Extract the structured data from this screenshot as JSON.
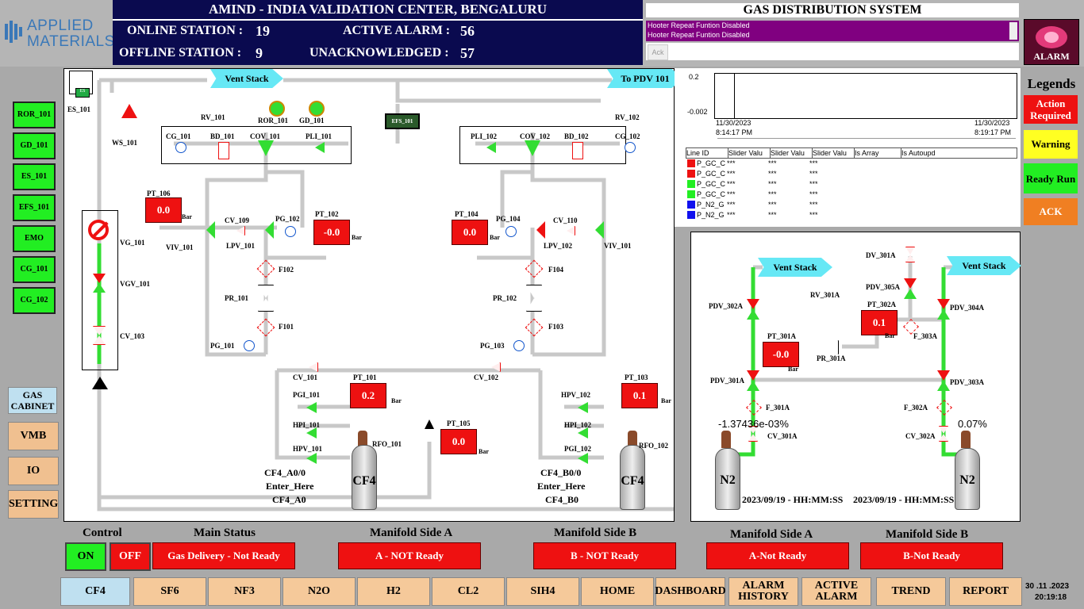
{
  "header": {
    "company_line1": "APPLIED",
    "company_line2": "MATERIALS",
    "title": "AMIND - INDIA VALIDATION CENTER, BENGALURU",
    "online_label": "ONLINE STATION :",
    "online_value": "19",
    "offline_label": "OFFLINE STATION :",
    "offline_value": "9",
    "active_alarm_label": "ACTIVE ALARM :",
    "active_alarm_value": "56",
    "unack_label": "UNACKNOWLEDGED :",
    "unack_value": "57",
    "system_title": "GAS DISTRIBUTION SYSTEM",
    "messages": [
      "Hooter Repeat Funtion Disabled",
      "Hooter Repeat Funtion Disabled"
    ],
    "ack_label": "Ack",
    "alarm_label": "ALARM"
  },
  "left_nav": {
    "status_buttons": [
      "ROR_101",
      "GD_101",
      "ES_101",
      "EFS_101",
      "EMO",
      "CG_101",
      "CG_102"
    ],
    "gas_cabinet": "GAS CABINET",
    "vmb": "VMB",
    "io": "IO",
    "setting": "SETTING"
  },
  "diagram": {
    "es_icon": "ES",
    "es_101": "ES_101",
    "ws_101": "WS_101",
    "vent_stack": "Vent Stack",
    "to_pdv": "To PDV 101",
    "rv_101": "RV_101",
    "rv_102": "RV_102",
    "ror_101": "ROR_101",
    "gd_101": "GD_101",
    "efs_101": "EFS_101",
    "cg_101": "CG_101",
    "bd_101": "BD_101",
    "cov_101": "COV_101",
    "pli_101": "PLI_101",
    "pli_102": "PLI_102",
    "cov_102": "COV_102",
    "bd_102": "BD_102",
    "cg_102": "CG_102",
    "pt_106": "PT_106",
    "pt_106_val": "0.0",
    "pt_102": "PT_102",
    "pt_102_val": "-0.0",
    "pt_104": "PT_104",
    "pt_104_val": "0.0",
    "bar": "Bar",
    "vg_101": "VG_101",
    "viv_101": "VIV_101",
    "cv_109": "CV_109",
    "lpv_101": "LPV_101",
    "pg_102": "PG_102",
    "pg_104": "PG_104",
    "cv_110": "CV_110",
    "lpv_102": "LPV_102",
    "viv_101b": "VIV_101",
    "vgv_101": "VGV_101",
    "cv_103": "CV_103",
    "f102": "F102",
    "f104": "F104",
    "pr_101": "PR_101",
    "pr_102": "PR_102",
    "f101": "F101",
    "f103": "F103",
    "pg_101": "PG_101",
    "pg_103": "PG_103",
    "cv_101": "CV_101",
    "cv_102": "CV_102",
    "pt_101": "PT_101",
    "pt_101_val": "0.2",
    "pt_103": "PT_103",
    "pt_103_val": "0.1",
    "pt_105": "PT_105",
    "pt_105_val": "0.0",
    "pgi_101": "PGI_101",
    "hpi_101": "HPI_101",
    "hpv_101": "HPV_101",
    "hpv_102": "HPV_102",
    "hpi_102": "HPI_102",
    "pgi_102": "PGI_102",
    "rfo_101": "RFO_101",
    "rfo_102": "RFO_102",
    "cyl_a_line1": "CF4_A0/0",
    "cyl_a_line2": "Enter_Here",
    "cyl_a_line3": "CF4_A0",
    "cyl_b_line1": "CF4_B0/0",
    "cyl_b_line2": "Enter_Here",
    "cyl_b_line3": "CF4_B0",
    "cf4": "CF4"
  },
  "trend": {
    "y_top": "0.2",
    "y_bottom": "-0.002",
    "x_left_date": "11/30/2023",
    "x_left_time": "8:14:17 PM",
    "x_right_date": "11/30/2023",
    "x_right_time": "8:19:17 PM",
    "columns": [
      "Line ID",
      "Slider Valu",
      "Slider Valu",
      "Slider Valu",
      "Is Array",
      "Is Autoupd"
    ],
    "rows": [
      {
        "id": "P_GC_C",
        "color": "#ee1111",
        "v1": "***",
        "v2": "***",
        "v3": "***"
      },
      {
        "id": "P_GC_C",
        "color": "#ee1111",
        "v1": "***",
        "v2": "***",
        "v3": "***"
      },
      {
        "id": "P_GC_C",
        "color": "#22ee22",
        "v1": "***",
        "v2": "***",
        "v3": "***"
      },
      {
        "id": "P_GC_C",
        "color": "#22ee22",
        "v1": "***",
        "v2": "***",
        "v3": "***"
      },
      {
        "id": "P_N2_G",
        "color": "#1111ee",
        "v1": "***",
        "v2": "***",
        "v3": "***"
      },
      {
        "id": "P_N2_G",
        "color": "#1111ee",
        "v1": "***",
        "v2": "***",
        "v3": "***"
      }
    ]
  },
  "legends": {
    "title": "Legends",
    "action": "Action Required",
    "warning": "Warning",
    "ready": "Ready Run",
    "ack": "ACK"
  },
  "n2": {
    "vent_stack": "Vent Stack",
    "dv_301a": "DV_301A",
    "pdv_302a": "PDV_302A",
    "pdv_305a": "PDV_305A",
    "rv_301a": "RV_301A",
    "pt_302a": "PT_302A",
    "pt_302a_val": "0.1",
    "pdv_304a": "PDV_304A",
    "pt_301a": "PT_301A",
    "pt_301a_val": "-0.0",
    "f_303a": "F_303A",
    "pr_301a": "PR_301A",
    "pdv_301a": "PDV_301A",
    "pdv_303a": "PDV_303A",
    "f_301a": "F_301A",
    "f_302a": "F_302A",
    "cv_301a": "CV_301A",
    "cv_302a": "CV_302A",
    "left_pct": "-1.37436e-03",
    "left_pct_suffix": "%",
    "right_pct": "0.07%",
    "n2": "N2",
    "date_left": "2023/09/19 - HH:MM:SS",
    "date_right": "2023/09/19 - HH:MM:SS",
    "bar": "Bar"
  },
  "status": {
    "control": "Control",
    "on": "ON",
    "off": "OFF",
    "main_status": "Main Status",
    "main_status_val": "Gas Delivery - Not Ready",
    "manifold_a": "Manifold Side A",
    "manifold_a_val": "A - NOT Ready",
    "manifold_b": "Manifold Side B",
    "manifold_b_val": "B - NOT Ready",
    "manifold_a2": "Manifold Side A",
    "manifold_a2_val": "A-Not Ready",
    "manifold_b2": "Manifold Side B",
    "manifold_b2_val": "B-Not Ready"
  },
  "bottom_nav": [
    "CF4",
    "SF6",
    "NF3",
    "N2O",
    "H2",
    "CL2",
    "SIH4",
    "HOME",
    "DASHBOARD",
    "ALARM HISTORY",
    "ACTIVE ALARM",
    "TREND",
    "REPORT"
  ],
  "clock": {
    "date": "30 .11 .2023",
    "time": "20:19:18"
  }
}
